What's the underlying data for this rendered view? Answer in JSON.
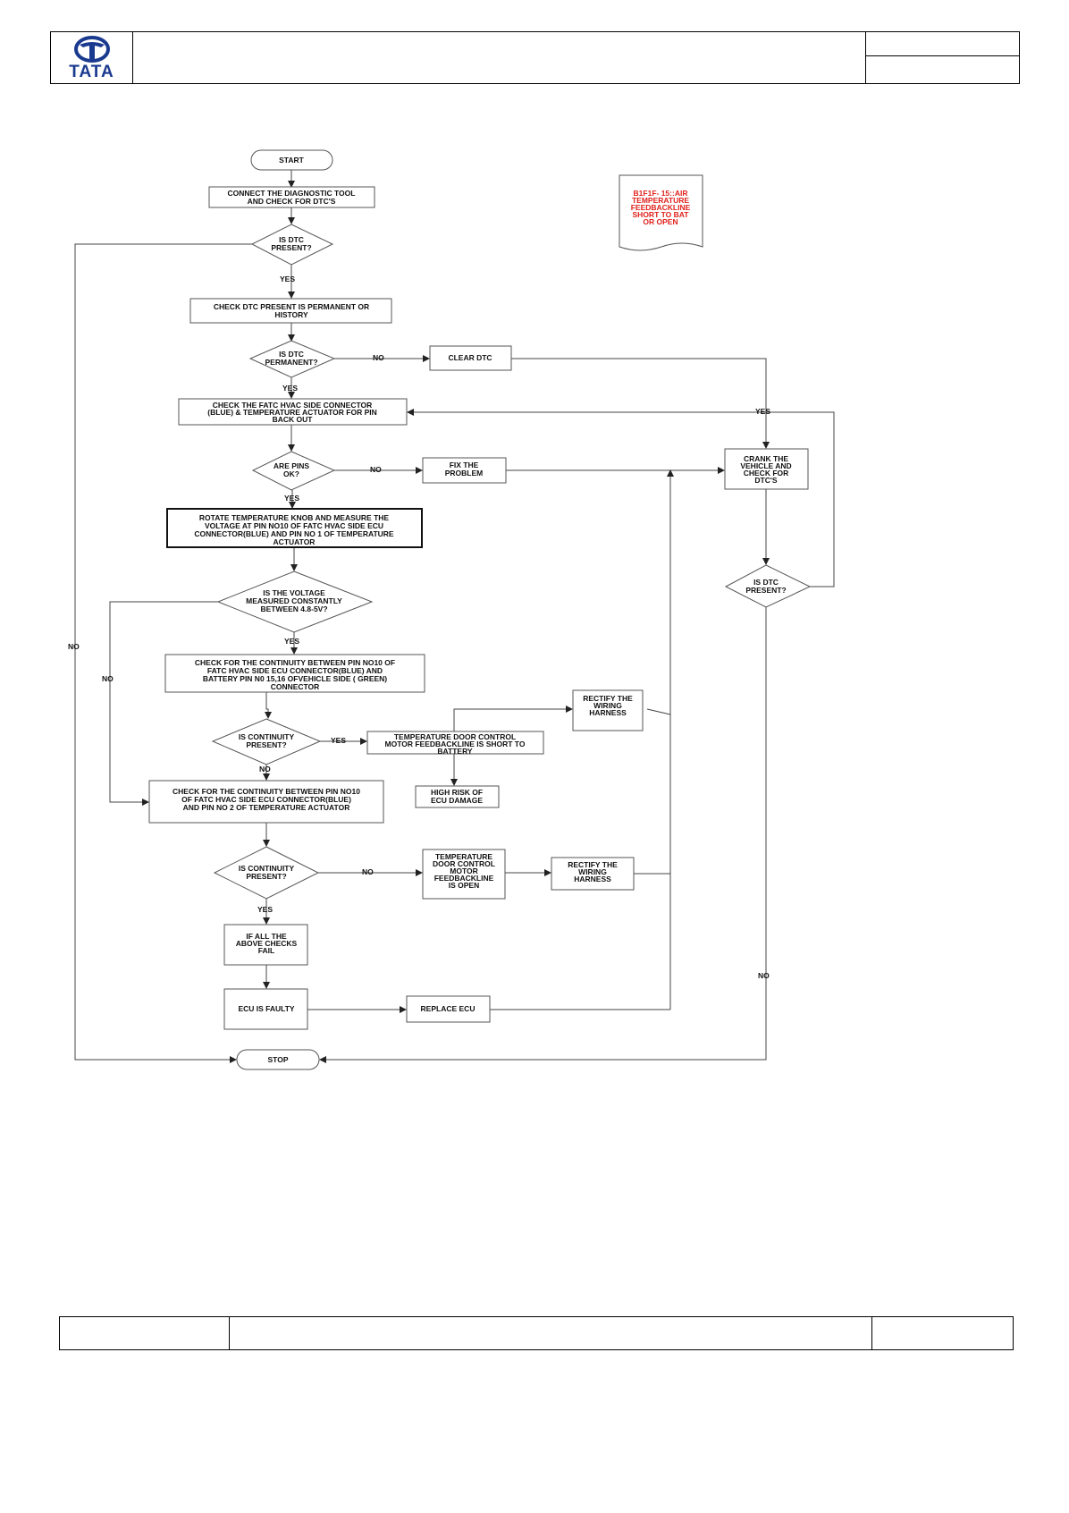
{
  "header": {
    "logo_text": "TATA",
    "brand_color": "#1a3a8f"
  },
  "note": {
    "lines": [
      "B1F1F- 15::AIR",
      "TEMPERATURE",
      "FEEDBACKLINE",
      "SHORT TO BAT",
      "OR OPEN"
    ],
    "color": "#e0201b"
  },
  "nodes": {
    "start": [
      "START"
    ],
    "connect": [
      "CONNECT THE DIAGNOSTIC TOOL",
      "AND CHECK FOR  DTC'S"
    ],
    "dtc_present": [
      "IS  DTC",
      "PRESENT?"
    ],
    "check_perm": [
      "CHECK DTC  PRESENT IS PERMANENT OR",
      "HISTORY"
    ],
    "dtc_permanent": [
      "IS  DTC",
      "PERMANENT?"
    ],
    "clear_dtc": [
      "CLEAR DTC"
    ],
    "check_fatc": [
      "CHECK THE FATC HVAC SIDE CONNECTOR",
      "(BLUE) & TEMPERATURE ACTUATOR FOR PIN",
      "BACK OUT"
    ],
    "pins_ok": [
      "ARE PINS",
      "OK?"
    ],
    "fix": [
      "FIX THE",
      "PROBLEM"
    ],
    "crank": [
      "CRANK THE",
      "VEHICLE AND",
      "CHECK FOR",
      "DTC'S"
    ],
    "rotate": [
      "ROTATE TEMPERATURE KNOB AND MEASURE THE",
      "VOLTAGE AT PIN NO10 OF FATC HVAC SIDE ECU",
      "CONNECTOR(BLUE) AND PIN NO 1 OF TEMPERATURE",
      "ACTUATOR"
    ],
    "voltage": [
      "IS  THE VOLTAGE",
      "MEASURED CONSTANTLY",
      "BETWEEN 4.8-5V?"
    ],
    "dtc_present2": [
      "IS  DTC",
      "PRESENT?"
    ],
    "cont1_check": [
      "CHECK FOR THE CONTINUITY BETWEEN PIN NO10 OF",
      "FATC HVAC SIDE ECU CONNECTOR(BLUE) AND",
      "BATTERY PIN N0 15,16 OFVEHICLE SIDE ( GREEN)",
      "CONNECTOR"
    ],
    "rectify1": [
      "RECTIFY THE",
      "WIRING",
      "HARNESS"
    ],
    "cont1_q": [
      "IS CONTINUITY",
      "PRESENT?"
    ],
    "short_batt": [
      "TEMPERATURE DOOR CONTROL",
      "MOTOR FEEDBACKLINE IS SHORT TO",
      "BATTERY"
    ],
    "high_risk": [
      "HIGH RISK OF",
      "ECU DAMAGE"
    ],
    "cont2_check": [
      "CHECK FOR THE CONTINUITY BETWEEN PIN NO10",
      "OF  FATC HVAC SIDE ECU CONNECTOR(BLUE)",
      "AND PIN NO 2 OF TEMPERATURE ACTUATOR"
    ],
    "cont2_q": [
      "IS CONTINUITY",
      "PRESENT?"
    ],
    "open_line": [
      "TEMPERATURE",
      "DOOR CONTROL",
      "MOTOR",
      "FEEDBACKLINE",
      "IS OPEN"
    ],
    "rectify2": [
      "RECTIFY THE",
      "WIRING",
      "HARNESS"
    ],
    "all_fail": [
      "IF ALL THE",
      "ABOVE CHECKS",
      "FAIL"
    ],
    "ecu_faulty": [
      "ECU IS FAULTY"
    ],
    "replace": [
      "REPLACE ECU"
    ],
    "stop": [
      "STOP"
    ]
  },
  "labels": {
    "yes": "YES",
    "no": "NO"
  }
}
